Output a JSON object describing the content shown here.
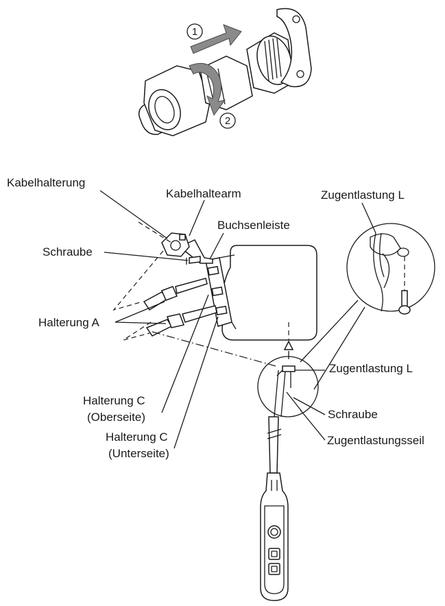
{
  "connector_steps": {
    "step1": "1",
    "step2": "2"
  },
  "labels": {
    "kabelhalterung": "Kabelhalterung",
    "kabelhaltearm": "Kabelhaltearm",
    "buchsenleiste": "Buchsenleiste",
    "schraube_left": "Schraube",
    "halterung_a": "Halterung A",
    "halterung_c_top_line1": "Halterung C",
    "halterung_c_top_line2": "(Oberseite)",
    "halterung_c_bottom_line1": "Halterung C",
    "halterung_c_bottom_line2": "(Unterseite)",
    "zugentlastung_l_top": "Zugentlastung L",
    "zugentlastung_l_mid": "Zugentlastung L",
    "schraube_right": "Schraube",
    "zugentlastungsseil": "Zugentlastungsseil"
  }
}
